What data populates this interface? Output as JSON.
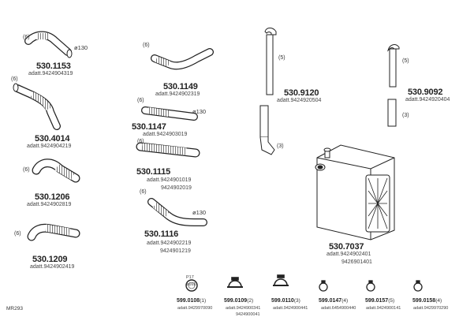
{
  "diagram_code": "MR293",
  "parts": [
    {
      "pn": "530.1153",
      "sub": "adatt.9424904319",
      "qty": "(6)",
      "dim": "ø130"
    },
    {
      "pn": "530.4014",
      "sub": "adatt.9424904219",
      "qty": "(6)"
    },
    {
      "pn": "530.1206",
      "sub": "adatt.9424902819",
      "qty": "(6)"
    },
    {
      "pn": "530.1209",
      "sub": "adatt.9424902419",
      "qty": "(6)"
    },
    {
      "pn": "530.1149",
      "sub": "adatt.9424902319",
      "qty": "(6)"
    },
    {
      "pn": "530.1147",
      "sub": "adatt.9424903019",
      "qty": "(6)",
      "dim": "ø130"
    },
    {
      "pn": "530.1115",
      "sub": "adatt.9424901019",
      "sub2": "9424902019",
      "qty": "(6)"
    },
    {
      "pn": "530.1116",
      "sub": "adatt.9424902219",
      "sub2": "9424901219",
      "qty": "(6)",
      "dim": "ø130"
    },
    {
      "pn": "530.9120",
      "sub": "adatt.9424920504",
      "qty": "(5)",
      "qty2": "(3)"
    },
    {
      "pn": "530.9092",
      "sub": "adatt.9424920404",
      "qty": "(5)",
      "qty2": "(3)"
    },
    {
      "pn": "530.7037",
      "sub": "adatt.9424902401",
      "sub2": "9426901401"
    }
  ],
  "clamps": [
    {
      "pn": "599.0108",
      "qty": "(1)",
      "sub": "adatt.9429970090",
      "dim": "ø165",
      "badge": "P17"
    },
    {
      "pn": "599.0109",
      "qty": "(2)",
      "sub": "adatt.9424900341",
      "sub2": "9424900041"
    },
    {
      "pn": "599.0110",
      "qty": "(3)",
      "sub": "adatt.9424900441"
    },
    {
      "pn": "599.0147",
      "qty": "(4)",
      "sub": "adatt.6454900440"
    },
    {
      "pn": "599.0157",
      "qty": "(5)",
      "sub": "adatt.9424900141"
    },
    {
      "pn": "599.0158",
      "qty": "(4)",
      "sub": "adatt.9429970290"
    }
  ]
}
